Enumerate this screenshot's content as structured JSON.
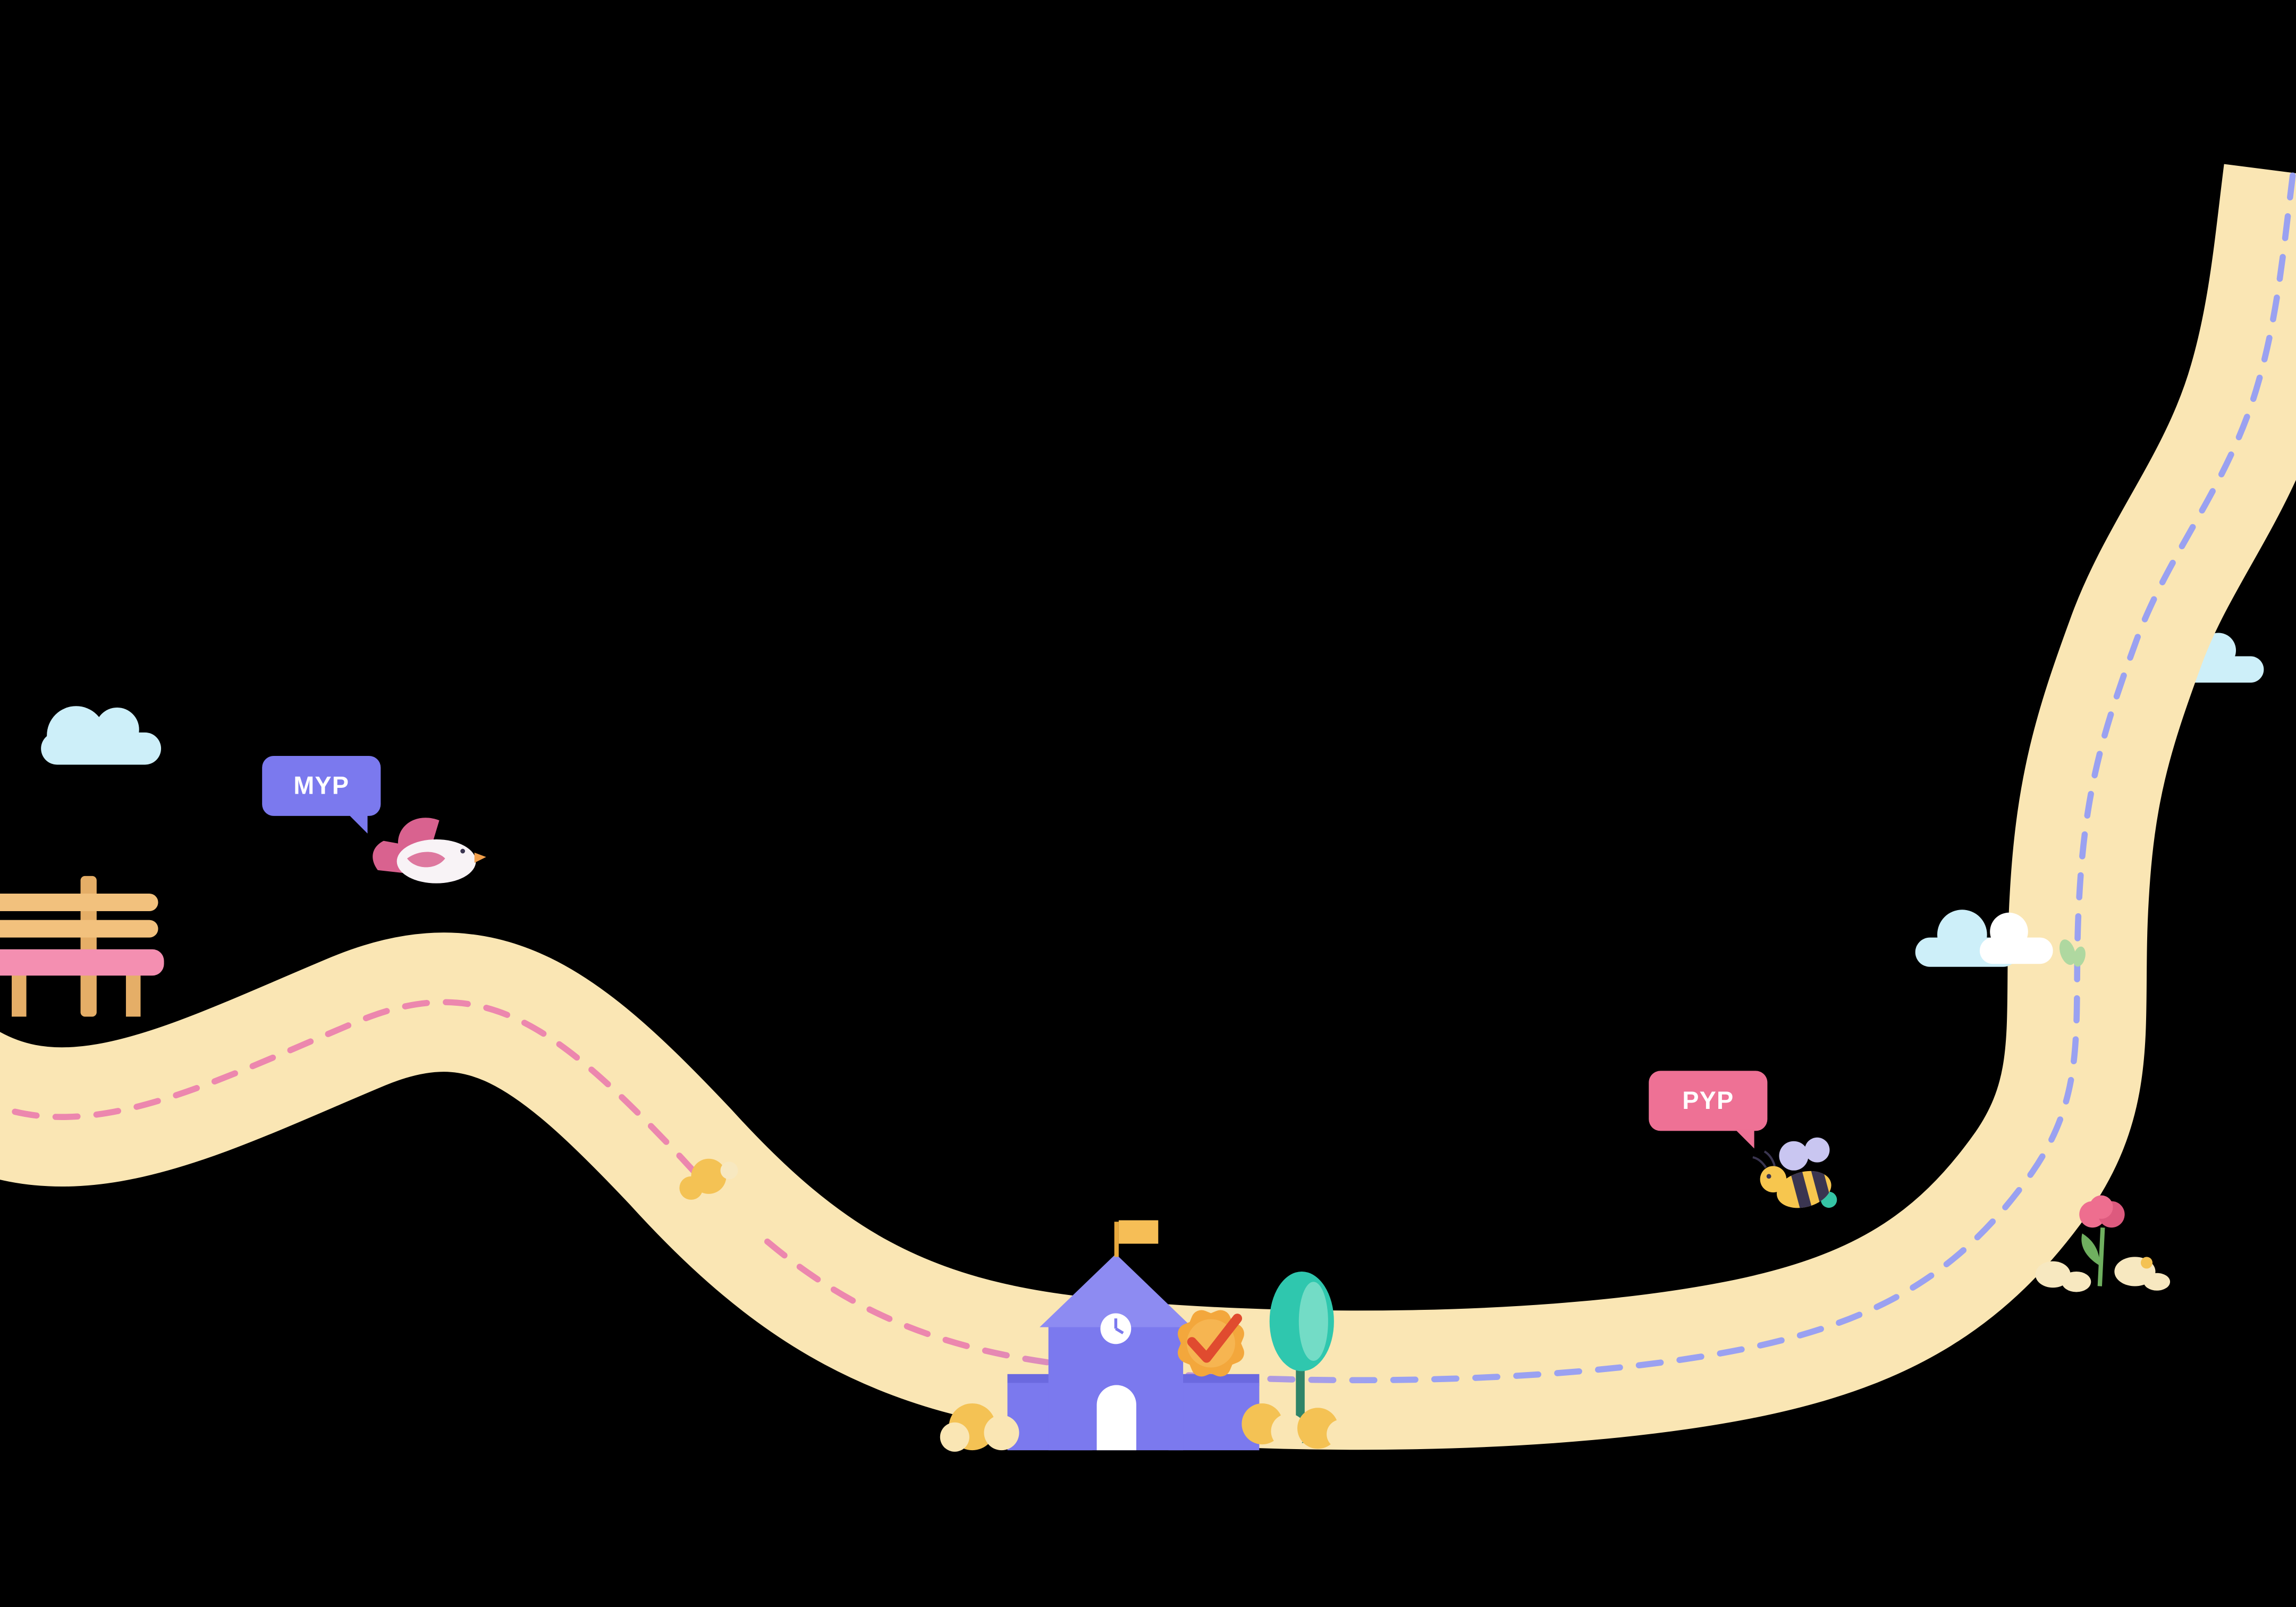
{
  "background": "#000000",
  "milestones": [
    {
      "id": "myp",
      "label": "MYP"
    },
    {
      "id": "pyp",
      "label": "PYP"
    }
  ],
  "icons": {
    "road": "road-path",
    "cloud": "cloud-icon",
    "bench": "bench-icon",
    "bird": "bird-icon",
    "bee": "bee-icon",
    "school": "school-icon",
    "flag": "flag-icon",
    "clock": "clock-icon",
    "door": "door-icon",
    "badge": "badge-check-icon",
    "tree": "tree-icon",
    "bush": "bush-icon",
    "tulip": "tulip-icon",
    "grass": "grass-icon",
    "sprout": "sprout-icon"
  },
  "palette": {
    "road": "#FAE6B4",
    "dash_pink": "#EC87AE",
    "dash_purple": "#9AA1F1",
    "bubble_text": "#FFFFFF",
    "bubble_myp": "#7B79EE",
    "bubble_pyp": "#EE7195",
    "cloud": "#CDEFF9",
    "cloud_white": "#FFFFFF",
    "bench_wood": "#F2C17D",
    "bench_wood_dark": "#E5AE67",
    "bench_pink": "#F48FB1",
    "bird_pink": "#D9628F",
    "bird_body": "#F8F3F6",
    "beak_orange": "#F2A04C",
    "bee_yellow": "#F7C64E",
    "bee_dark": "#3A3550",
    "bee_wing": "#C9C6F1",
    "bee_teal": "#35C4A5",
    "school_purple": "#7B79EE",
    "school_purple_dark": "#6B69DF",
    "school_roof": "#8D8BF2",
    "school_white": "#FFFFFF",
    "flag_orange": "#F6BE56",
    "flag_pole": "#E8A93E",
    "badge_orange": "#F3A73C",
    "badge_orange_light": "#F6B551",
    "badge_check": "#E04B2F",
    "tree_teal": "#2FC7AE",
    "tree_light": "#73DCC6",
    "trunk": "#2F8468",
    "bush_yellow": "#F4C254",
    "grass_cream": "#F7E8C0",
    "tulip_pink": "#EE6E8F",
    "tulip_dark": "#DD5A7E",
    "stem_green": "#6FAF5F",
    "sprout_green": "#AFD8A0"
  }
}
